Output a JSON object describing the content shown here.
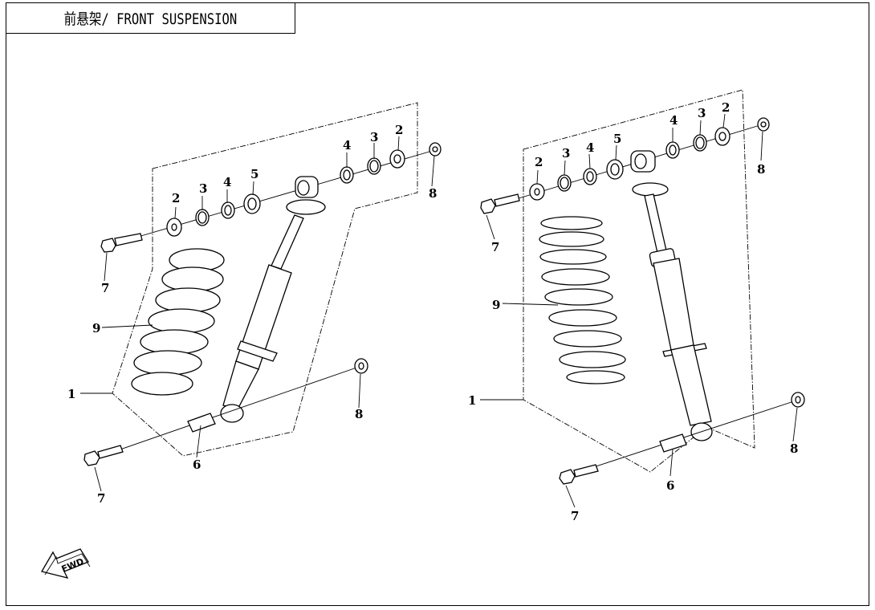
{
  "title": "前悬架/ FRONT SUSPENSION",
  "fwd_label": "FWD",
  "left_assembly": {
    "callouts": [
      "1",
      "2",
      "3",
      "4",
      "5",
      "2",
      "3",
      "4",
      "6",
      "7",
      "7",
      "8",
      "8",
      "9"
    ]
  },
  "right_assembly": {
    "callouts": [
      "1",
      "2",
      "3",
      "4",
      "5",
      "4",
      "3",
      "2",
      "6",
      "7",
      "7",
      "8",
      "8",
      "9"
    ]
  }
}
